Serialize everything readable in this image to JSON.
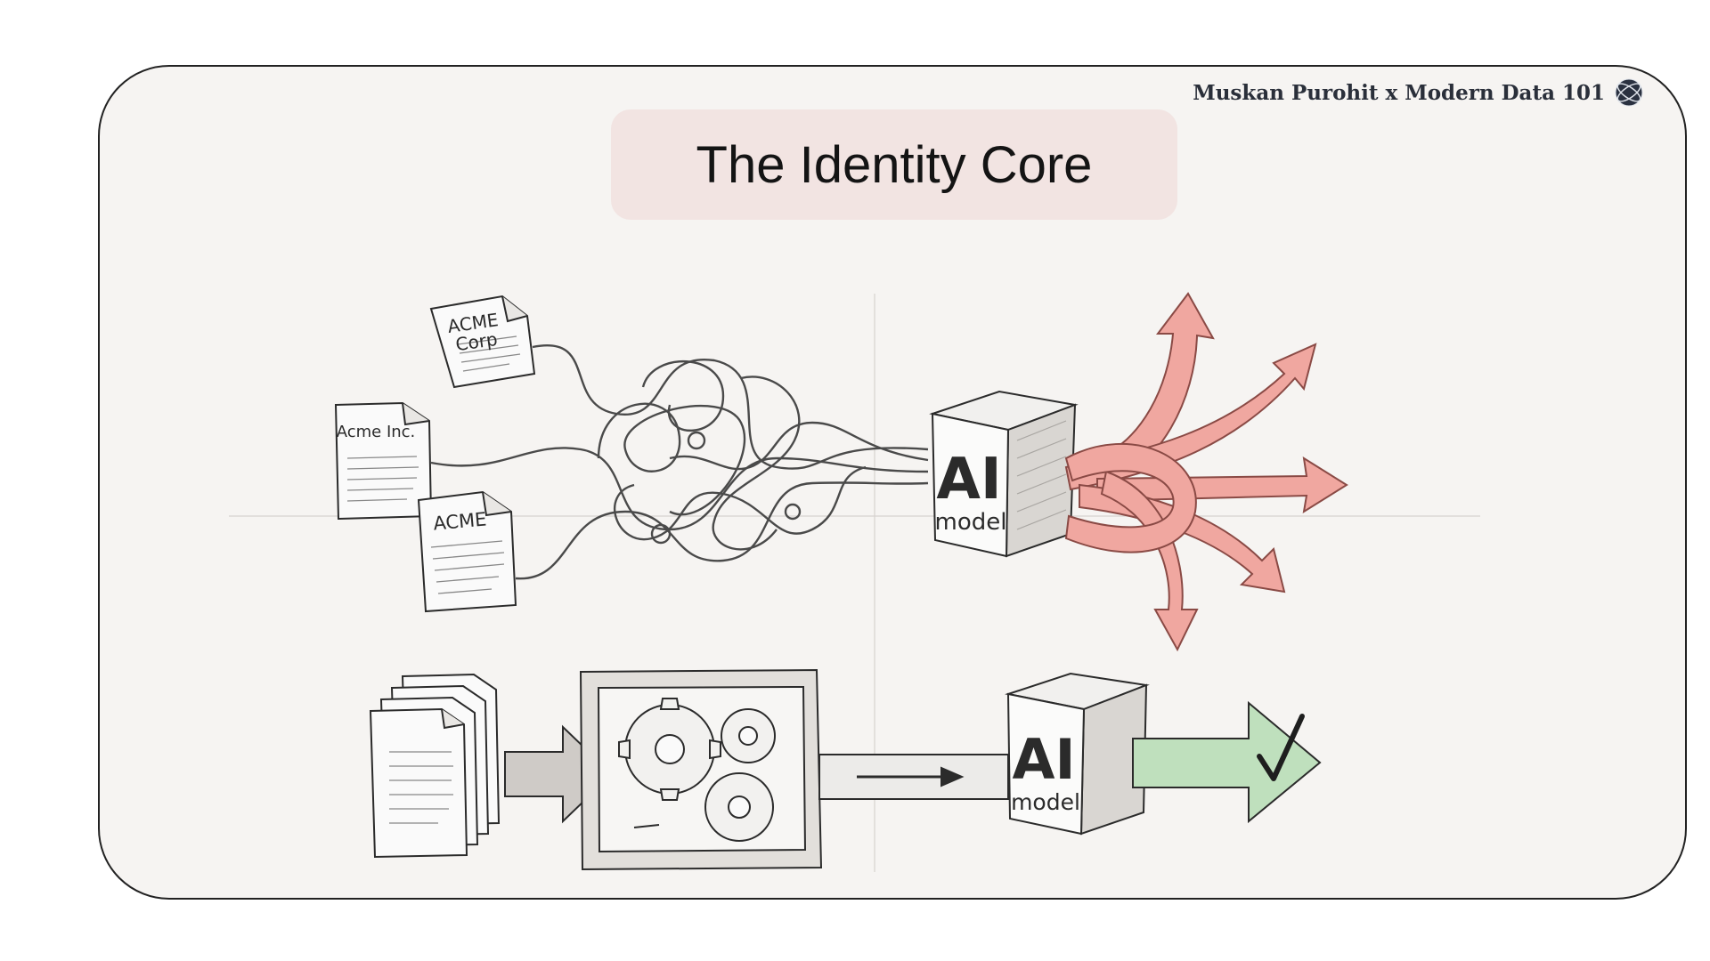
{
  "slide": {
    "title": "The Identity Core",
    "branding": "Muskan Purohit x Modern Data 101",
    "branding_icon": "globe-logo-icon"
  },
  "diagram": {
    "top_flow": {
      "documents": [
        {
          "label_line1": "ACME",
          "label_line2": "Corp"
        },
        {
          "label_line1": "Acme Inc.",
          "label_line2": ""
        },
        {
          "label_line1": "ACME",
          "label_line2": ""
        }
      ],
      "ai_box": {
        "big": "AI",
        "small": "model"
      },
      "outcome": "scattered-arrows"
    },
    "bottom_flow": {
      "ai_box": {
        "big": "AI",
        "small": "model"
      },
      "outcome": "check-arrow"
    },
    "colors": {
      "ink": "#2b2b2b",
      "bad_arrow": "#f0a7a0",
      "good_arrow": "#bfe0bd",
      "title_bg": "#f2e4e2",
      "slide_bg": "#f6f4f2"
    }
  }
}
